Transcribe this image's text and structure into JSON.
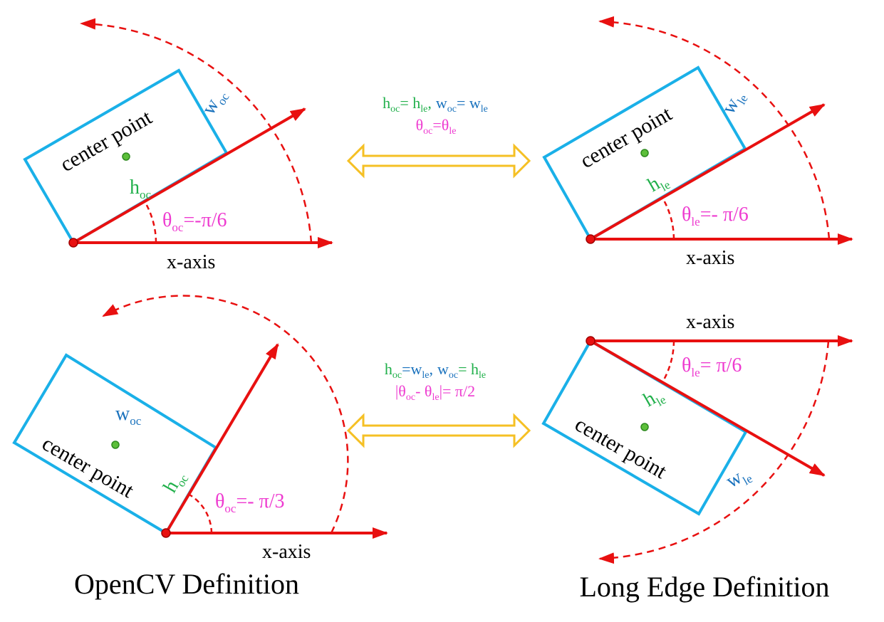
{
  "colors": {
    "box": "#1ab0e8",
    "axis": "#e81010",
    "arc": "#e81010",
    "point": "#e81010",
    "center": "#5cbf3a",
    "arrow_double": "#f5c024",
    "text_black": "#000000",
    "text_green": "#21b04b",
    "text_blue": "#1a72bd",
    "text_pink": "#ee3bd0"
  },
  "panels": {
    "tl": {
      "center_label": "center point",
      "h_label": "h",
      "h_sub": "oc",
      "w_label": "w",
      "w_sub": "oc",
      "theta_label": "θ",
      "theta_sub": "oc",
      "theta_value": "=-π/6",
      "axis_label": "x-axis"
    },
    "tr": {
      "center_label": "center point",
      "h_label": "h",
      "h_sub": "le",
      "w_label": "w",
      "w_sub": "le",
      "theta_label": "θ",
      "theta_sub": "le",
      "theta_value": "=- π/6",
      "axis_label": "x-axis"
    },
    "bl": {
      "center_label": "center point",
      "h_label": "h",
      "h_sub": "oc",
      "w_label": "w",
      "w_sub": "oc",
      "theta_label": "θ",
      "theta_sub": "oc",
      "theta_value": "=- π/3",
      "axis_label": "x-axis"
    },
    "br": {
      "center_label": "center point",
      "h_label": "h",
      "h_sub": "le",
      "w_label": "w",
      "w_sub": "le",
      "theta_label": "θ",
      "theta_sub": "le",
      "theta_value": "= π/6",
      "axis_label": "x-axis"
    }
  },
  "relations": {
    "top": {
      "eq1_h1": "h",
      "eq1_h1_sub": "oc",
      "eq1_eq": "= ",
      "eq1_h2": "h",
      "eq1_h2_sub": "le",
      "eq1_comma": ",",
      "eq1_w1": "w",
      "eq1_w1_sub": "oc",
      "eq1_eq2": "= ",
      "eq1_w2": "w",
      "eq1_w2_sub": "le",
      "eq2_t1": "θ",
      "eq2_t1_sub": "oc",
      "eq2_eq": "=",
      "eq2_t2": "θ",
      "eq2_t2_sub": "le"
    },
    "bottom": {
      "eq1_h1": "h",
      "eq1_h1_sub": "oc",
      "eq1_eq": "=",
      "eq1_w1": "w",
      "eq1_w1_sub": "le",
      "eq1_comma": ",",
      "eq1_w2": "w",
      "eq1_w2_sub": "oc",
      "eq1_eq2": "= ",
      "eq1_h2": "h",
      "eq1_h2_sub": "le",
      "eq2_open": "|θ",
      "eq2_t1_sub": "oc",
      "eq2_minus": "- θ",
      "eq2_t2_sub": "le",
      "eq2_close": "|= π/2"
    }
  },
  "captions": {
    "left": "OpenCV Definition",
    "right": "Long Edge Definition"
  }
}
